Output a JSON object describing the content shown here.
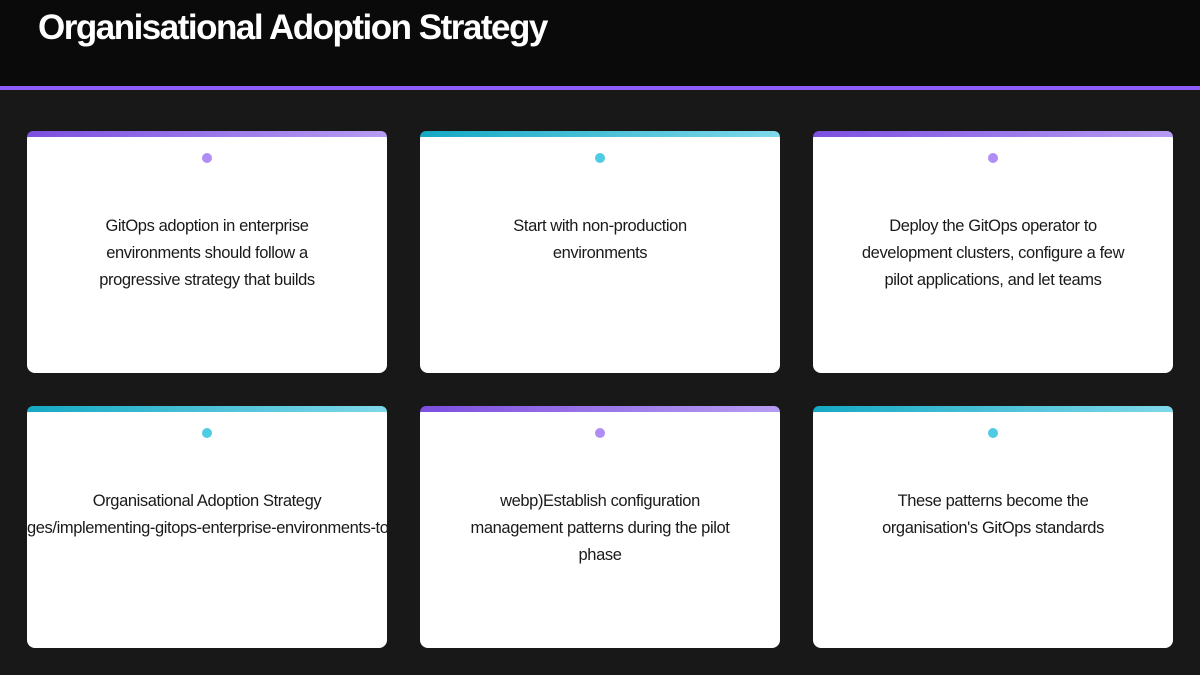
{
  "header": {
    "title": "Organisational Adoption Strategy"
  },
  "colors": {
    "accent": "#8b5cf6",
    "purple": "#8b5cf6",
    "cyan": "#22b8d4"
  },
  "cards": [
    {
      "accent": "purple",
      "lines": [
        "GitOps adoption in enterprise",
        "environments should follow a",
        "progressive strategy that builds"
      ]
    },
    {
      "accent": "cyan",
      "lines": [
        "Start with non-production",
        "environments"
      ]
    },
    {
      "accent": "purple",
      "lines": [
        "Deploy the GitOps operator to",
        "development clusters, configure a few",
        "pilot applications, and let teams"
      ]
    },
    {
      "accent": "cyan",
      "lines": [
        "Organisational Adoption Strategy",
        "ges/implementing-gitops-enterprise-environments-tooling-"
      ]
    },
    {
      "accent": "purple",
      "lines": [
        "webp)Establish configuration",
        "management patterns during the pilot",
        "phase"
      ]
    },
    {
      "accent": "cyan",
      "lines": [
        "These patterns become the",
        "organisation's GitOps standards"
      ]
    }
  ]
}
